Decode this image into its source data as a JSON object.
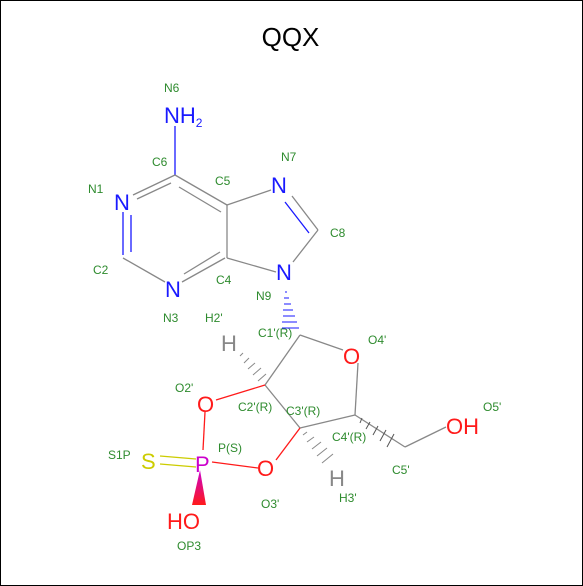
{
  "title": "QQX",
  "atoms": {
    "nh2": {
      "main": "NH",
      "sub": "2"
    },
    "n1": "N",
    "n3": "N",
    "n7": "N",
    "n9": "N",
    "o4": "O",
    "o2": "O",
    "o3": "O",
    "oh5": "OH",
    "hop": "HO",
    "s": "S",
    "p": "P",
    "h2": "H",
    "h3": "H"
  },
  "labels": {
    "n6": "N6",
    "c6": "C6",
    "n1": "N1",
    "c5": "C5",
    "n7": "N7",
    "c8": "C8",
    "c2": "C2",
    "c4": "C4",
    "n9": "N9",
    "n3": "N3",
    "h2p": "H2'",
    "c1p": "C1'(R)",
    "o4p": "O4'",
    "o2p": "O2'",
    "c2p": "C2'(R)",
    "c3p": "C3'(R)",
    "c4p": "C4'(R)",
    "o5p": "O5'",
    "s1p": "S1P",
    "ps": "P(S)",
    "c5p": "C5'",
    "o3p": "O3'",
    "h3p": "H3'",
    "op3": "OP3"
  },
  "colors": {
    "nitrogen": "#1a1aff",
    "oxygen": "#ff1a1a",
    "phosphorus": "#cc00cc",
    "sulfur": "#cccc00",
    "hydrogen": "#888888",
    "label": "#2e8b2e",
    "bond": "#000000"
  }
}
